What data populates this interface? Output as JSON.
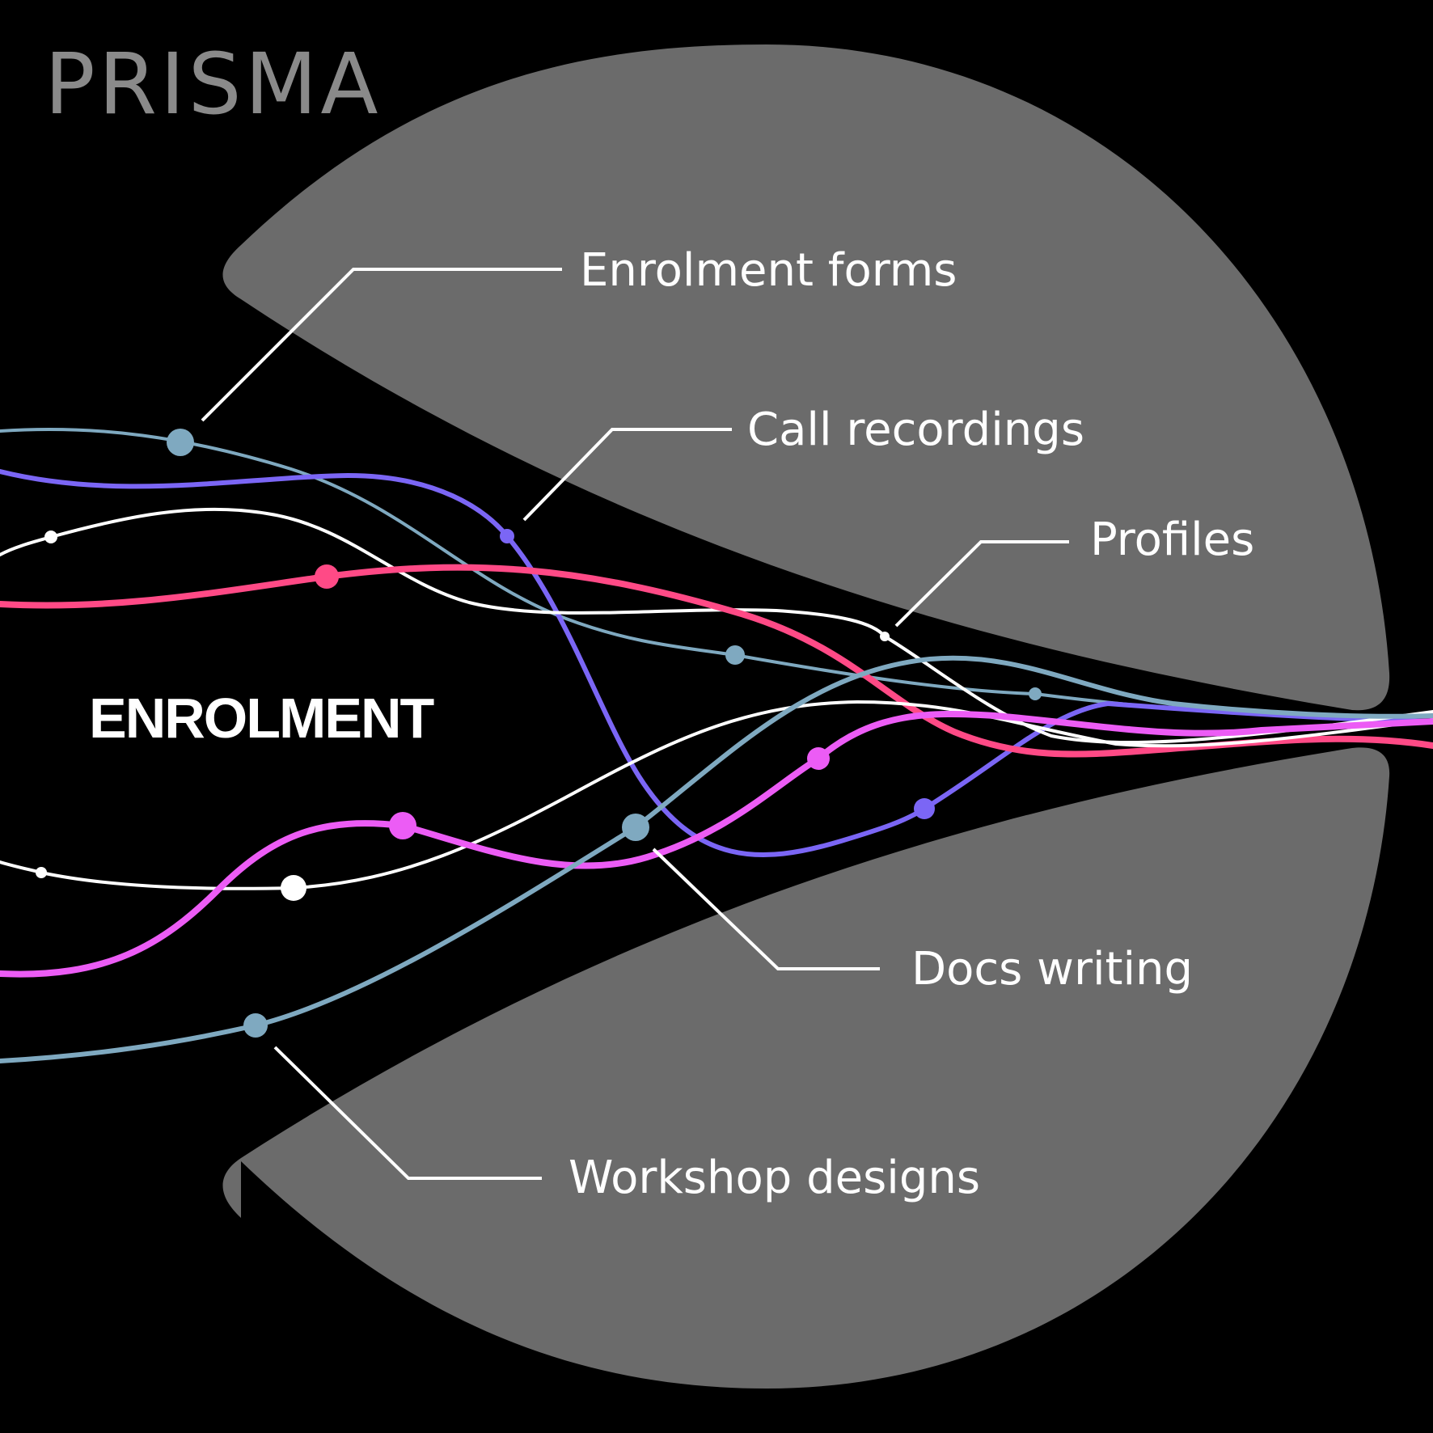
{
  "brand": {
    "logo_text": "PRISMA"
  },
  "section": {
    "title": "ENROLMENT"
  },
  "labels": {
    "enrolment_forms": "Enrolment forms",
    "call_recordings": "Call recordings",
    "profiles": "Profiles",
    "docs_writing": "Docs writing",
    "workshop_designs": "Workshop designs"
  },
  "colors": {
    "background": "#000000",
    "shape_fill": "#6b6b6b",
    "logo": "#8a8a8a",
    "line_teal": "#7fa9c0",
    "line_purple": "#7b66f5",
    "line_white": "#ffffff",
    "line_pink": "#ff4a86",
    "line_magenta": "#ec5cf5"
  }
}
